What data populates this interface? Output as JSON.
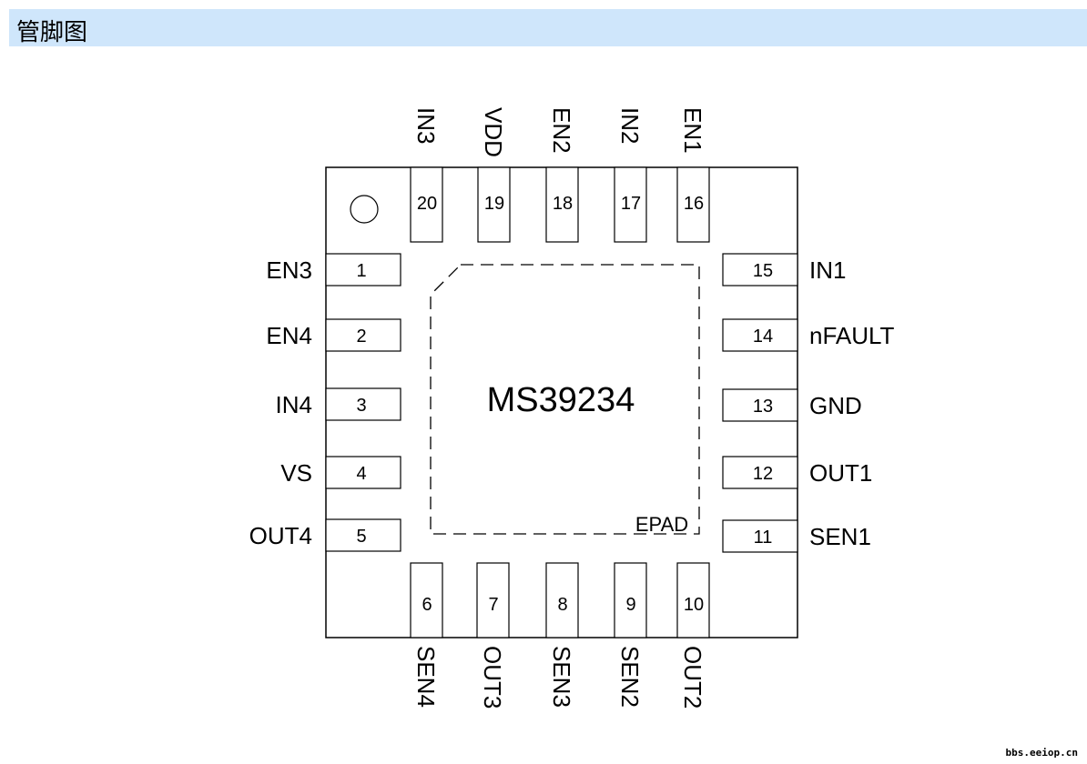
{
  "title": "管脚图",
  "chip": {
    "name": "MS39234",
    "epad_label": "EPAD"
  },
  "pins": {
    "left": [
      {
        "num": "1",
        "name": "EN3"
      },
      {
        "num": "2",
        "name": "EN4"
      },
      {
        "num": "3",
        "name": "IN4"
      },
      {
        "num": "4",
        "name": "VS"
      },
      {
        "num": "5",
        "name": "OUT4"
      }
    ],
    "bottom": [
      {
        "num": "6",
        "name": "SEN4"
      },
      {
        "num": "7",
        "name": "OUT3"
      },
      {
        "num": "8",
        "name": "SEN3"
      },
      {
        "num": "9",
        "name": "SEN2"
      },
      {
        "num": "10",
        "name": "OUT2"
      }
    ],
    "right": [
      {
        "num": "11",
        "name": "SEN1"
      },
      {
        "num": "12",
        "name": "OUT1"
      },
      {
        "num": "13",
        "name": "GND"
      },
      {
        "num": "14",
        "name": "nFAULT"
      },
      {
        "num": "15",
        "name": "IN1"
      }
    ],
    "top": [
      {
        "num": "16",
        "name": "EN1"
      },
      {
        "num": "17",
        "name": "IN2"
      },
      {
        "num": "18",
        "name": "EN2"
      },
      {
        "num": "19",
        "name": "VDD"
      },
      {
        "num": "20",
        "name": "IN3"
      }
    ]
  },
  "watermark": "bbs.eeiop.cn"
}
